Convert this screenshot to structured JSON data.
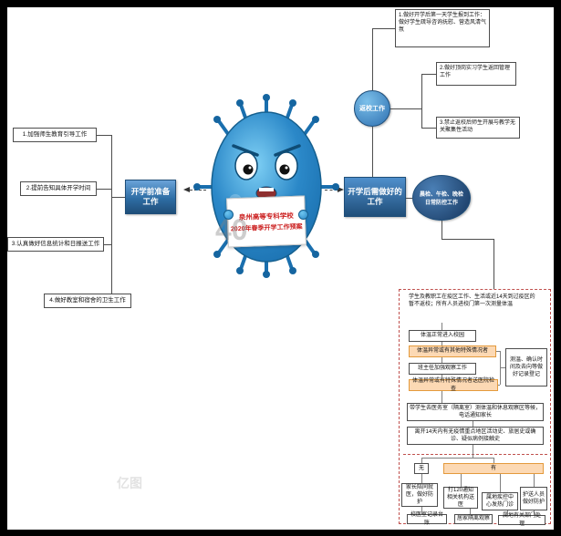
{
  "colors": {
    "node_blue": "#2e6da4",
    "accent_orange": "#e49a3c",
    "dashed_red": "#c0504d",
    "sign_red": "#cc2222"
  },
  "center": {
    "sign_line1": "泉州高等专科学校",
    "sign_line2": "2020年春季开学工作预案"
  },
  "watermark": {
    "big": "40",
    "logo": "亿图"
  },
  "left": {
    "main": "开学前准备工作",
    "items": [
      "1.加强师生教育引导工作",
      "2.提前告知具体开学时间",
      "3.认真做好信息统计和日报送工作",
      "4.做好教室和宿舍的卫生工作"
    ]
  },
  "right": {
    "main": "开学后需做好的工作",
    "circle1": "返校工作",
    "circle2": "晨检、午检、晚检日常防控工作",
    "items": [
      "1.做好开学后第一天学生报到工作：做好学生疏导咨询抚慰、营造风清气氛",
      "2.做好顶岗实习学生返回管理工作",
      "3.禁止返校后师生开展与教学无关聚集性活动"
    ]
  },
  "flow": {
    "header": "学生及教职工在疫区工作、生活或近14天到过疫区的暂不返校；所有人员进校门第一次测量体温",
    "step_normal": "体温正常进入校园",
    "step_abnormal1": "体温异常或有其他特殊情况者",
    "step_observe": "班主任加强观察工作",
    "step_abnormal2": "体温异常或有特殊情况者送医院检查",
    "side_note": "测温、确认时间及去向等做好记录登记",
    "step_isolate": "带学生去医务室（隔离室）测体温和休息观察区等候，电话通知家长",
    "step_history": "离开14天内有无疫情重点地区活动史、旅居史或确诊、疑似病例接触史",
    "branch_no": "无",
    "branch_yes": "有",
    "box_parent": "家长陪同就医，做好防护",
    "box_call": "打120通知相关机构送医",
    "box_clinic": "属地疾控中心发热门诊",
    "box_escort": "护送人员做好防护",
    "box_ledger": "校医室记录台账",
    "box_home": "居家隔离观察",
    "box_authority": "属地有关部门处理"
  }
}
